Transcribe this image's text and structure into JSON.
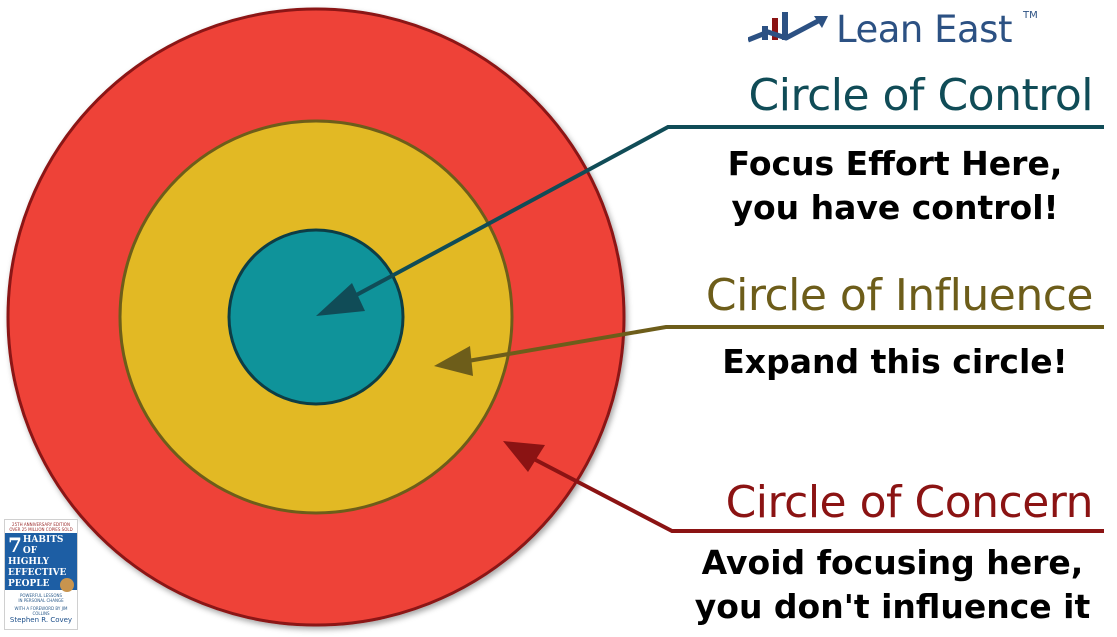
{
  "logo": {
    "brand": "Lean East",
    "trademark": "TM",
    "icon": "rising-bar-chart-arrow-icon"
  },
  "circles": {
    "control": {
      "heading": "Circle of Control",
      "description_line1": "Focus Effort Here,",
      "description_line2": "you have control!",
      "fill_color": "#0f939a",
      "accent_color": "#104c57"
    },
    "influence": {
      "heading": "Circle of Influence",
      "description_line1": "Expand this circle!",
      "fill_color": "#e2b924",
      "accent_color": "#6d5d1a"
    },
    "concern": {
      "heading": "Circle of Concern",
      "description_line1": "Avoid focusing here,",
      "description_line2": "you don't influence it",
      "fill_color": "#ee4239",
      "accent_color": "#8b1313"
    }
  },
  "book": {
    "top_line1": "25TH ANNIVERSARY EDITION",
    "top_line2": "OVER 25 MILLION COPIES SOLD",
    "title_number": "7",
    "title_line1": "HABITS OF",
    "title_line2": "HIGHLY",
    "title_line3": "EFFECTIVE",
    "title_line4": "PEOPLE",
    "subtitle_line1": "POWERFUL LESSONS",
    "subtitle_line2": "IN PERSONAL CHANGE",
    "foreword": "WITH A FOREWORD BY JIM COLLINS",
    "author": "Stephen R. Covey"
  }
}
